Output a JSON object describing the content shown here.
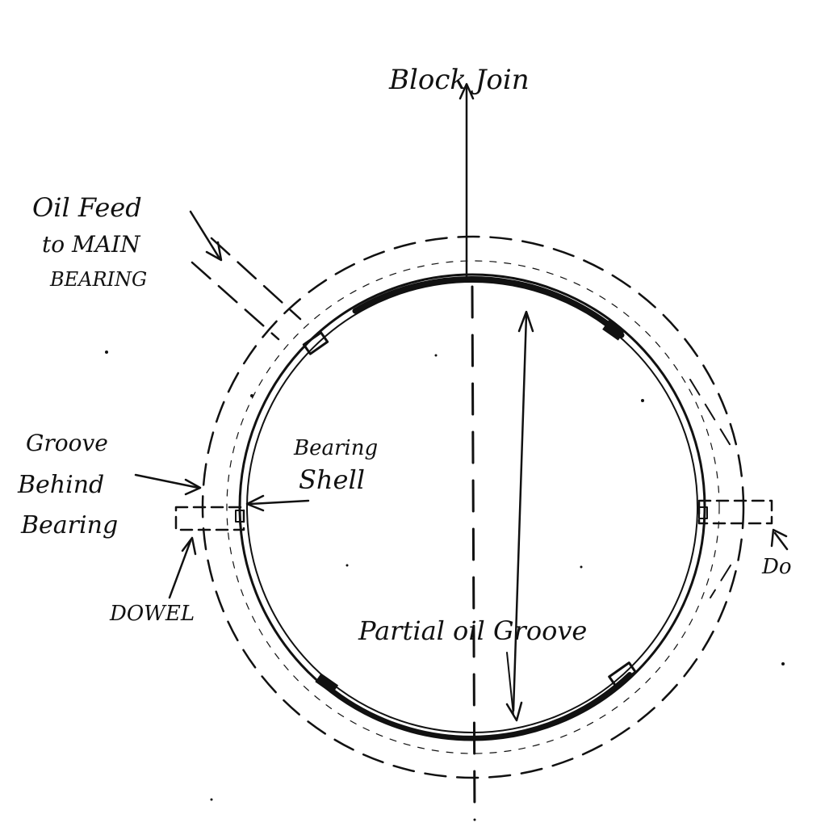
{
  "diagram": {
    "labels": {
      "block_join": "Block Join",
      "oil_feed_line1": "Oil Feed",
      "oil_feed_line2": "to MAIN",
      "oil_feed_line3": "BEARING",
      "groove_line1": "Groove",
      "groove_line2": "Behind",
      "groove_line3": "Bearing",
      "bearing_shell_line1": "Bearing",
      "bearing_shell_line2": "Shell",
      "dowel_left": "DOWEL",
      "dowel_right": "Do",
      "partial_oil_groove": "Partial oil Groove"
    },
    "colors": {
      "ink": "#111111",
      "background": "#ffffff"
    }
  }
}
